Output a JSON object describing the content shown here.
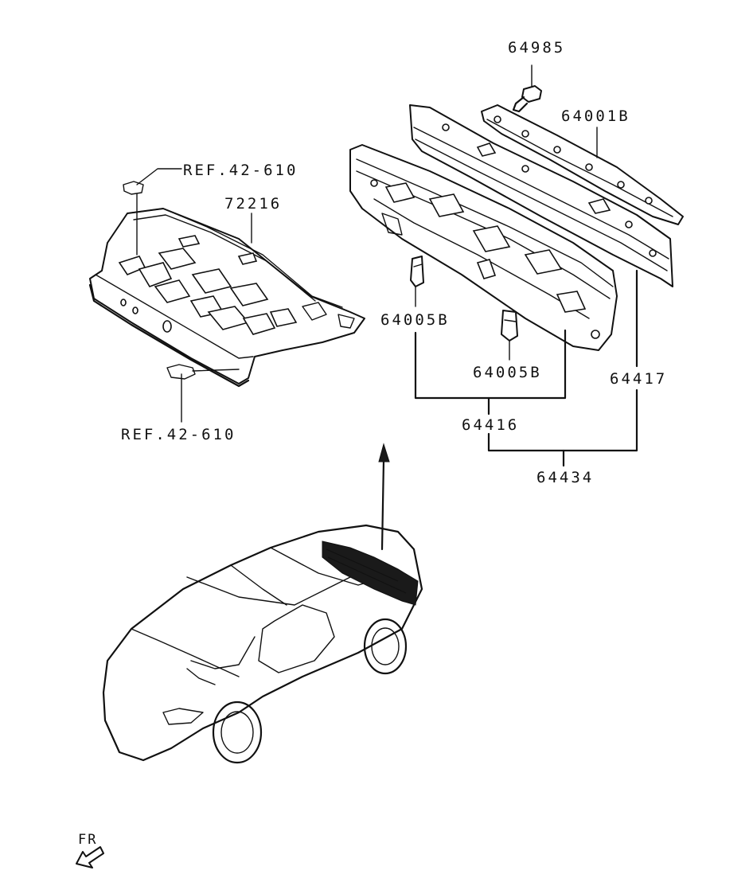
{
  "diagram": {
    "labels": {
      "ref_top": "REF.42-610",
      "ref_bottom": "REF.42-610",
      "shelf": "72216",
      "bolt": "64985",
      "upper_panel": "64001B",
      "bracket_left": "64005B",
      "bracket_center": "64005B",
      "rear_panel": "64417",
      "assy_inner": "64416",
      "assy_full": "64434"
    },
    "direction_marker": "FR"
  }
}
